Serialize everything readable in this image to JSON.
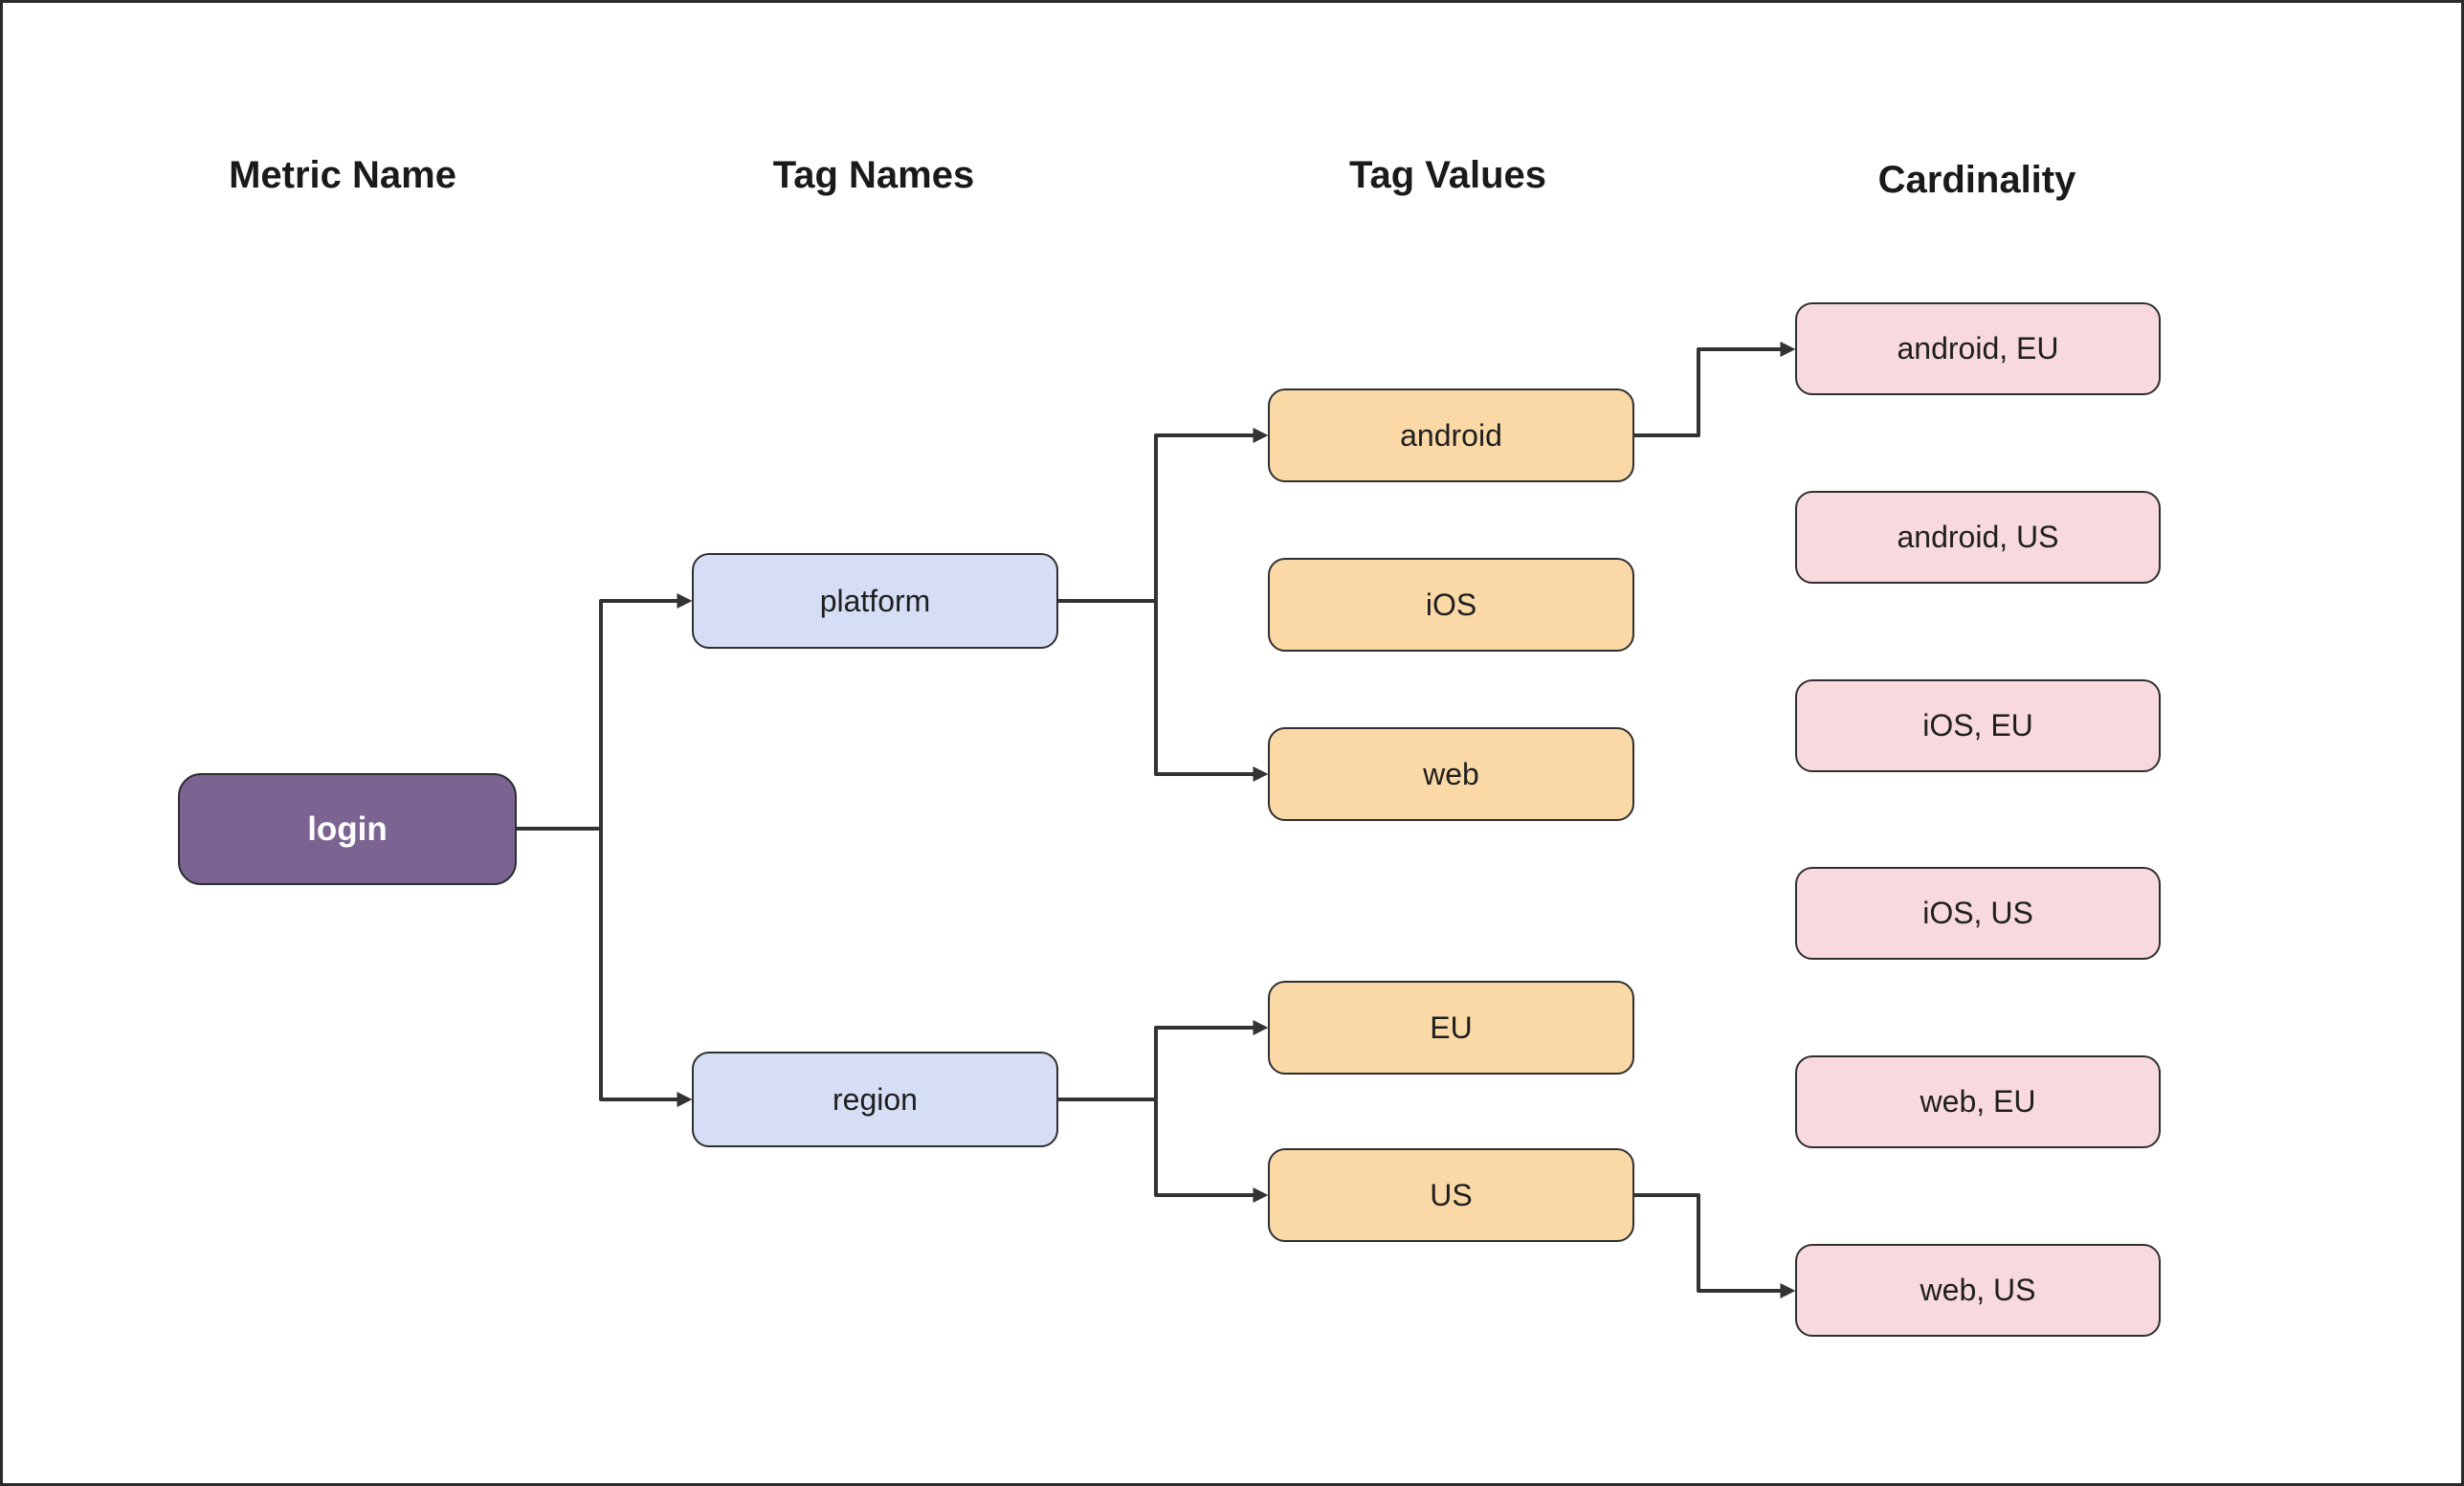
{
  "headers": {
    "metric_name": "Metric Name",
    "tag_names": "Tag Names",
    "tag_values": "Tag Values",
    "cardinality": "Cardinality"
  },
  "nodes": {
    "metric": {
      "label": "login"
    },
    "tag_names": [
      {
        "label": "platform"
      },
      {
        "label": "region"
      }
    ],
    "tag_values": [
      {
        "label": "android"
      },
      {
        "label": "iOS"
      },
      {
        "label": "web"
      },
      {
        "label": "EU"
      },
      {
        "label": "US"
      }
    ],
    "cardinality": [
      {
        "label": "android, EU"
      },
      {
        "label": "android, US"
      },
      {
        "label": "iOS, EU"
      },
      {
        "label": "iOS, US"
      },
      {
        "label": "web, EU"
      },
      {
        "label": "web, US"
      }
    ]
  },
  "edges": [
    {
      "from": "login",
      "to": "platform",
      "arrow": true
    },
    {
      "from": "login",
      "to": "region",
      "arrow": true
    },
    {
      "from": "platform",
      "to": "android",
      "arrow": true
    },
    {
      "from": "platform",
      "to": "web",
      "arrow": true
    },
    {
      "from": "region",
      "to": "EU",
      "arrow": true
    },
    {
      "from": "region",
      "to": "US",
      "arrow": true
    },
    {
      "from": "android",
      "to": "android, EU",
      "arrow": true
    },
    {
      "from": "US",
      "to": "web, US",
      "arrow": true
    }
  ],
  "colors": {
    "metric_fill": "#7B6392",
    "metric_text": "#FFFFFF",
    "tag_name_fill": "#D6DEF6",
    "tag_value_fill": "#FAD9A6",
    "cardinality_fill": "#F8D9DD",
    "node_border": "#2F2F2F",
    "edge_color": "#333333",
    "node_text": "#1F1F1F",
    "header_text": "#1A1A1A",
    "canvas_bg": "#FFFFFF",
    "canvas_border": "#2B2B2B"
  }
}
